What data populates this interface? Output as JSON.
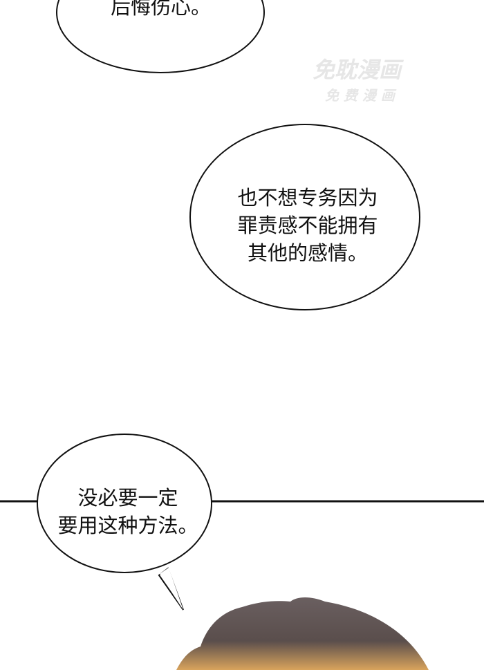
{
  "bubbles": {
    "top": "后悔伤心。",
    "middle": [
      "也不想专务因为",
      "罪责感不能拥有",
      "其他的感情。"
    ],
    "bottom": [
      "没必要一定",
      "要用这种方法。"
    ]
  },
  "watermark": {
    "main": "免耽漫画",
    "sub": "免 费 漫 画"
  },
  "colors": {
    "ink": "#111111",
    "hair": "#5e5455",
    "hair_light": "#d9a35c"
  }
}
